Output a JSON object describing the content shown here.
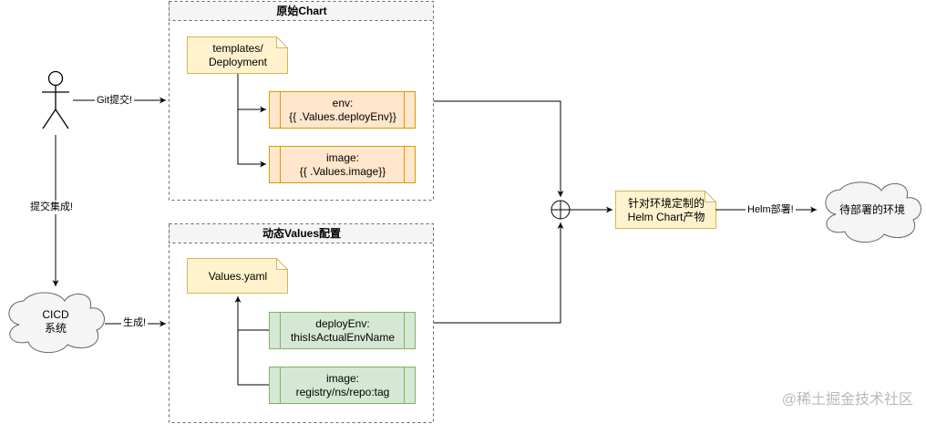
{
  "containers": {
    "original_chart": {
      "title": "原始Chart"
    },
    "dynamic_values": {
      "title": "动态Values配置"
    }
  },
  "nodes": {
    "actor": {
      "shape": "stick-figure"
    },
    "cicd": {
      "label": "CICD\n系统"
    },
    "templates_deployment": {
      "label": "templates/\nDeployment"
    },
    "env_process": {
      "label": "env:\n{{ .Values.deployEnv}}"
    },
    "image_process": {
      "label": "image:\n{{ .Values.image}}"
    },
    "values_yaml": {
      "label": "Values.yaml"
    },
    "deploy_env_process": {
      "label": "deployEnv:\nthisIsActualEnvName"
    },
    "image_registry_process": {
      "label": "image:\nregistry/ns/repo:tag"
    },
    "merge": {
      "shape": "summing-junction"
    },
    "helm_chart": {
      "label": "针对环境定制的\nHelm Chart产物"
    },
    "target_env": {
      "label": "待部署的环境"
    }
  },
  "edges": {
    "git_commit": "Git提交!",
    "commit_integration": "提交集成!",
    "generate": "生成!",
    "helm_deploy": "Helm部署!"
  },
  "colors": {
    "note_fill": "#fff2cc",
    "note_stroke": "#d6b656",
    "orange_fill": "#ffe6cc",
    "orange_stroke": "#d79b00",
    "green_fill": "#d5e8d4",
    "green_stroke": "#82b366",
    "cloud_fill": "#f5f5f5",
    "cloud_stroke": "#666666",
    "container_header": "#f5f5f5",
    "container_stroke": "#666666"
  },
  "watermark": "@稀土掘金技术社区"
}
